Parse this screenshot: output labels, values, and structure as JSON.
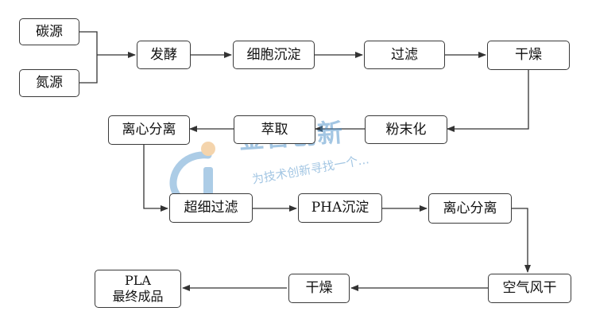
{
  "nodes": {
    "carbon": "碳源",
    "nitrogen": "氮源",
    "ferment": "发酵",
    "sediment": "细胞沉淀",
    "filter": "过滤",
    "dry1": "干燥",
    "powder": "粉末化",
    "extract": "萃取",
    "centrifuge1": "离心分离",
    "ultrafilter": "超细过滤",
    "pha": "PHA沉淀",
    "centrifuge2": "离心分离",
    "airdry": "空气风干",
    "dry2": "干燥",
    "pla_line1": "PLA",
    "pla_line2": "最终成品"
  },
  "watermark": {
    "brand": "金智创新",
    "slogan": "为技术创新寻找一个..."
  },
  "colors": {
    "line": "#333333",
    "border": "#3a3a3a",
    "watermark": "#4a8fc8"
  }
}
